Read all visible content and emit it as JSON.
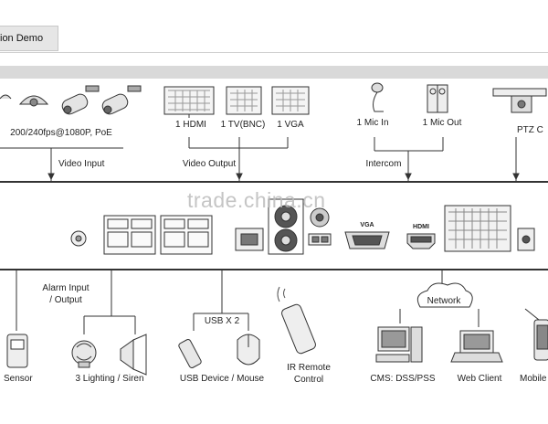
{
  "header": {
    "tab_label": "ion Demo"
  },
  "watermark": "trade.china.cn",
  "top_labels": {
    "camera_spec": "200/240fps@1080P, PoE",
    "video_input": "Video Input",
    "hdmi": "1 HDMI",
    "tv_bnc": "1 TV(BNC)",
    "vga": "1 VGA",
    "video_output": "Video Output",
    "mic_in": "1 Mic In",
    "mic_out": "1 Mic Out",
    "intercom": "Intercom",
    "ptz": "PTZ C"
  },
  "panel_labels": {
    "vga_port": "VGA",
    "hdmi_port": "HDMI"
  },
  "bottom_labels": {
    "alarm_io_1": "Alarm Input",
    "alarm_io_2": "/ Output",
    "sensor": "Sensor",
    "lighting_siren": "3 Lighting / Siren",
    "usb_x2": "USB X 2",
    "usb_device_mouse": "USB Device / Mouse",
    "ir_remote_1": "IR Remote",
    "ir_remote_2": "Control",
    "network": "Network",
    "cms": "CMS: DSS/PSS",
    "web_client": "Web Client",
    "mobile": "Mobile"
  }
}
